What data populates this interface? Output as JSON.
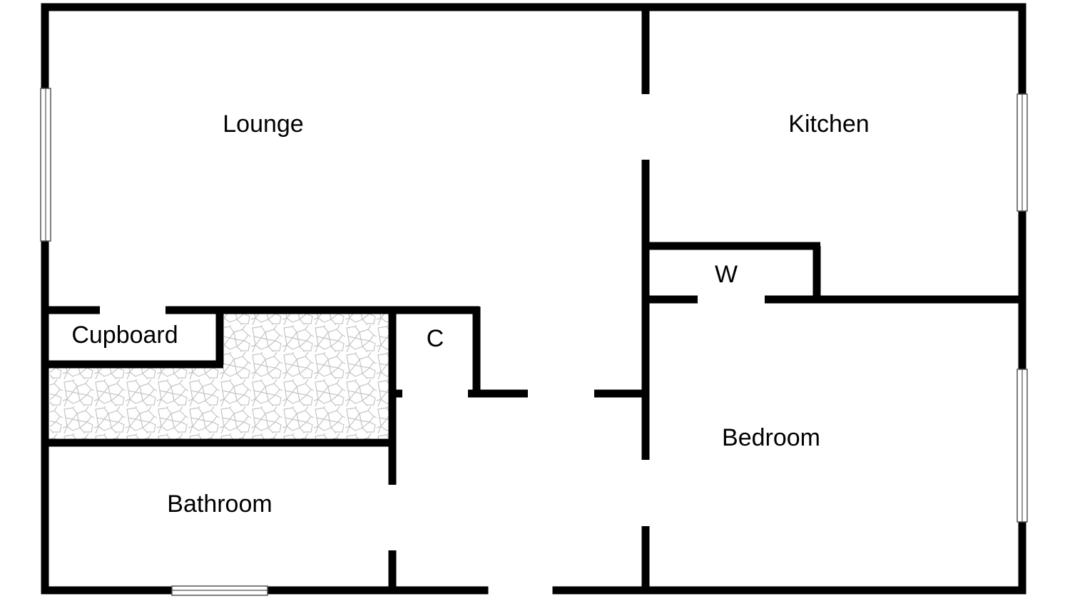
{
  "rooms": {
    "lounge": "Lounge",
    "kitchen": "Kitchen",
    "cupboard": "Cupboard",
    "c": "C",
    "w": "W",
    "bedroom": "Bedroom",
    "bathroom": "Bathroom"
  },
  "colors": {
    "wall": "#000000",
    "background": "#ffffff",
    "window_frame": "#555555",
    "tile_pattern": "#bdbdbd"
  }
}
